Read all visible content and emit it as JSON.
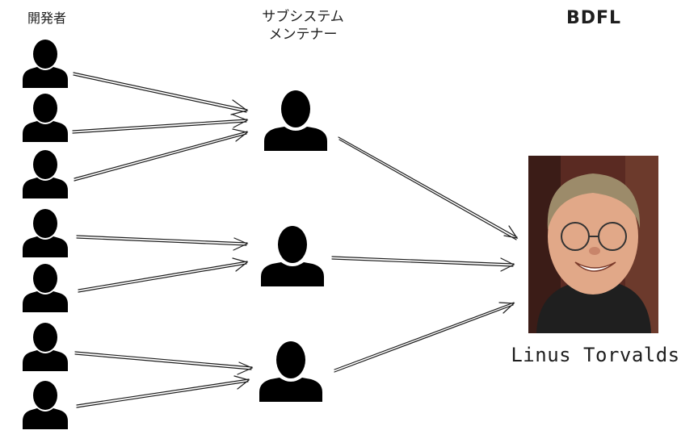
{
  "labels": {
    "developers": "開発者",
    "maintainers_line1": "サブシステム",
    "maintainers_line2": "メンテナー",
    "bdfl": "BDFL"
  },
  "bdfl_name": "Linus Torvalds",
  "colors": {
    "ink": "#1e1e1e",
    "background": "#ffffff"
  }
}
